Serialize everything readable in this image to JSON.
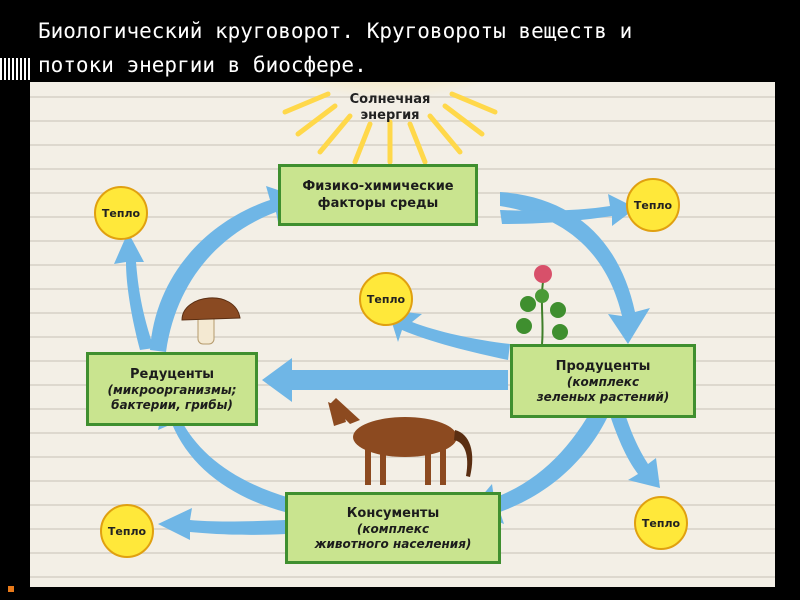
{
  "slide": {
    "title_line1": "Биологический круговорот. Круговороты веществ и",
    "title_line2": "потоки энергии в биосфере."
  },
  "diagram": {
    "sun_label_line1": "Солнечная",
    "sun_label_line2": "энергия",
    "factors": {
      "line1": "Физико-химические",
      "line2": "факторы среды"
    },
    "producers": {
      "title": "Продуценты",
      "sub1": "(комплекс",
      "sub2": "зеленых растений)"
    },
    "reducers": {
      "title": "Редуценты",
      "sub1": "(микроорганизмы;",
      "sub2": "бактерии, грибы)"
    },
    "consumers": {
      "title": "Консументы",
      "sub1": "(комплекс",
      "sub2": "животного населения)"
    },
    "heat_label": "Тепло"
  },
  "colors": {
    "box_fill": "#c9e48f",
    "box_border": "#3f8f2f",
    "arrow": "#6fb6e6",
    "heat_fill": "#ffe83a",
    "sun": "#ffd84a"
  }
}
